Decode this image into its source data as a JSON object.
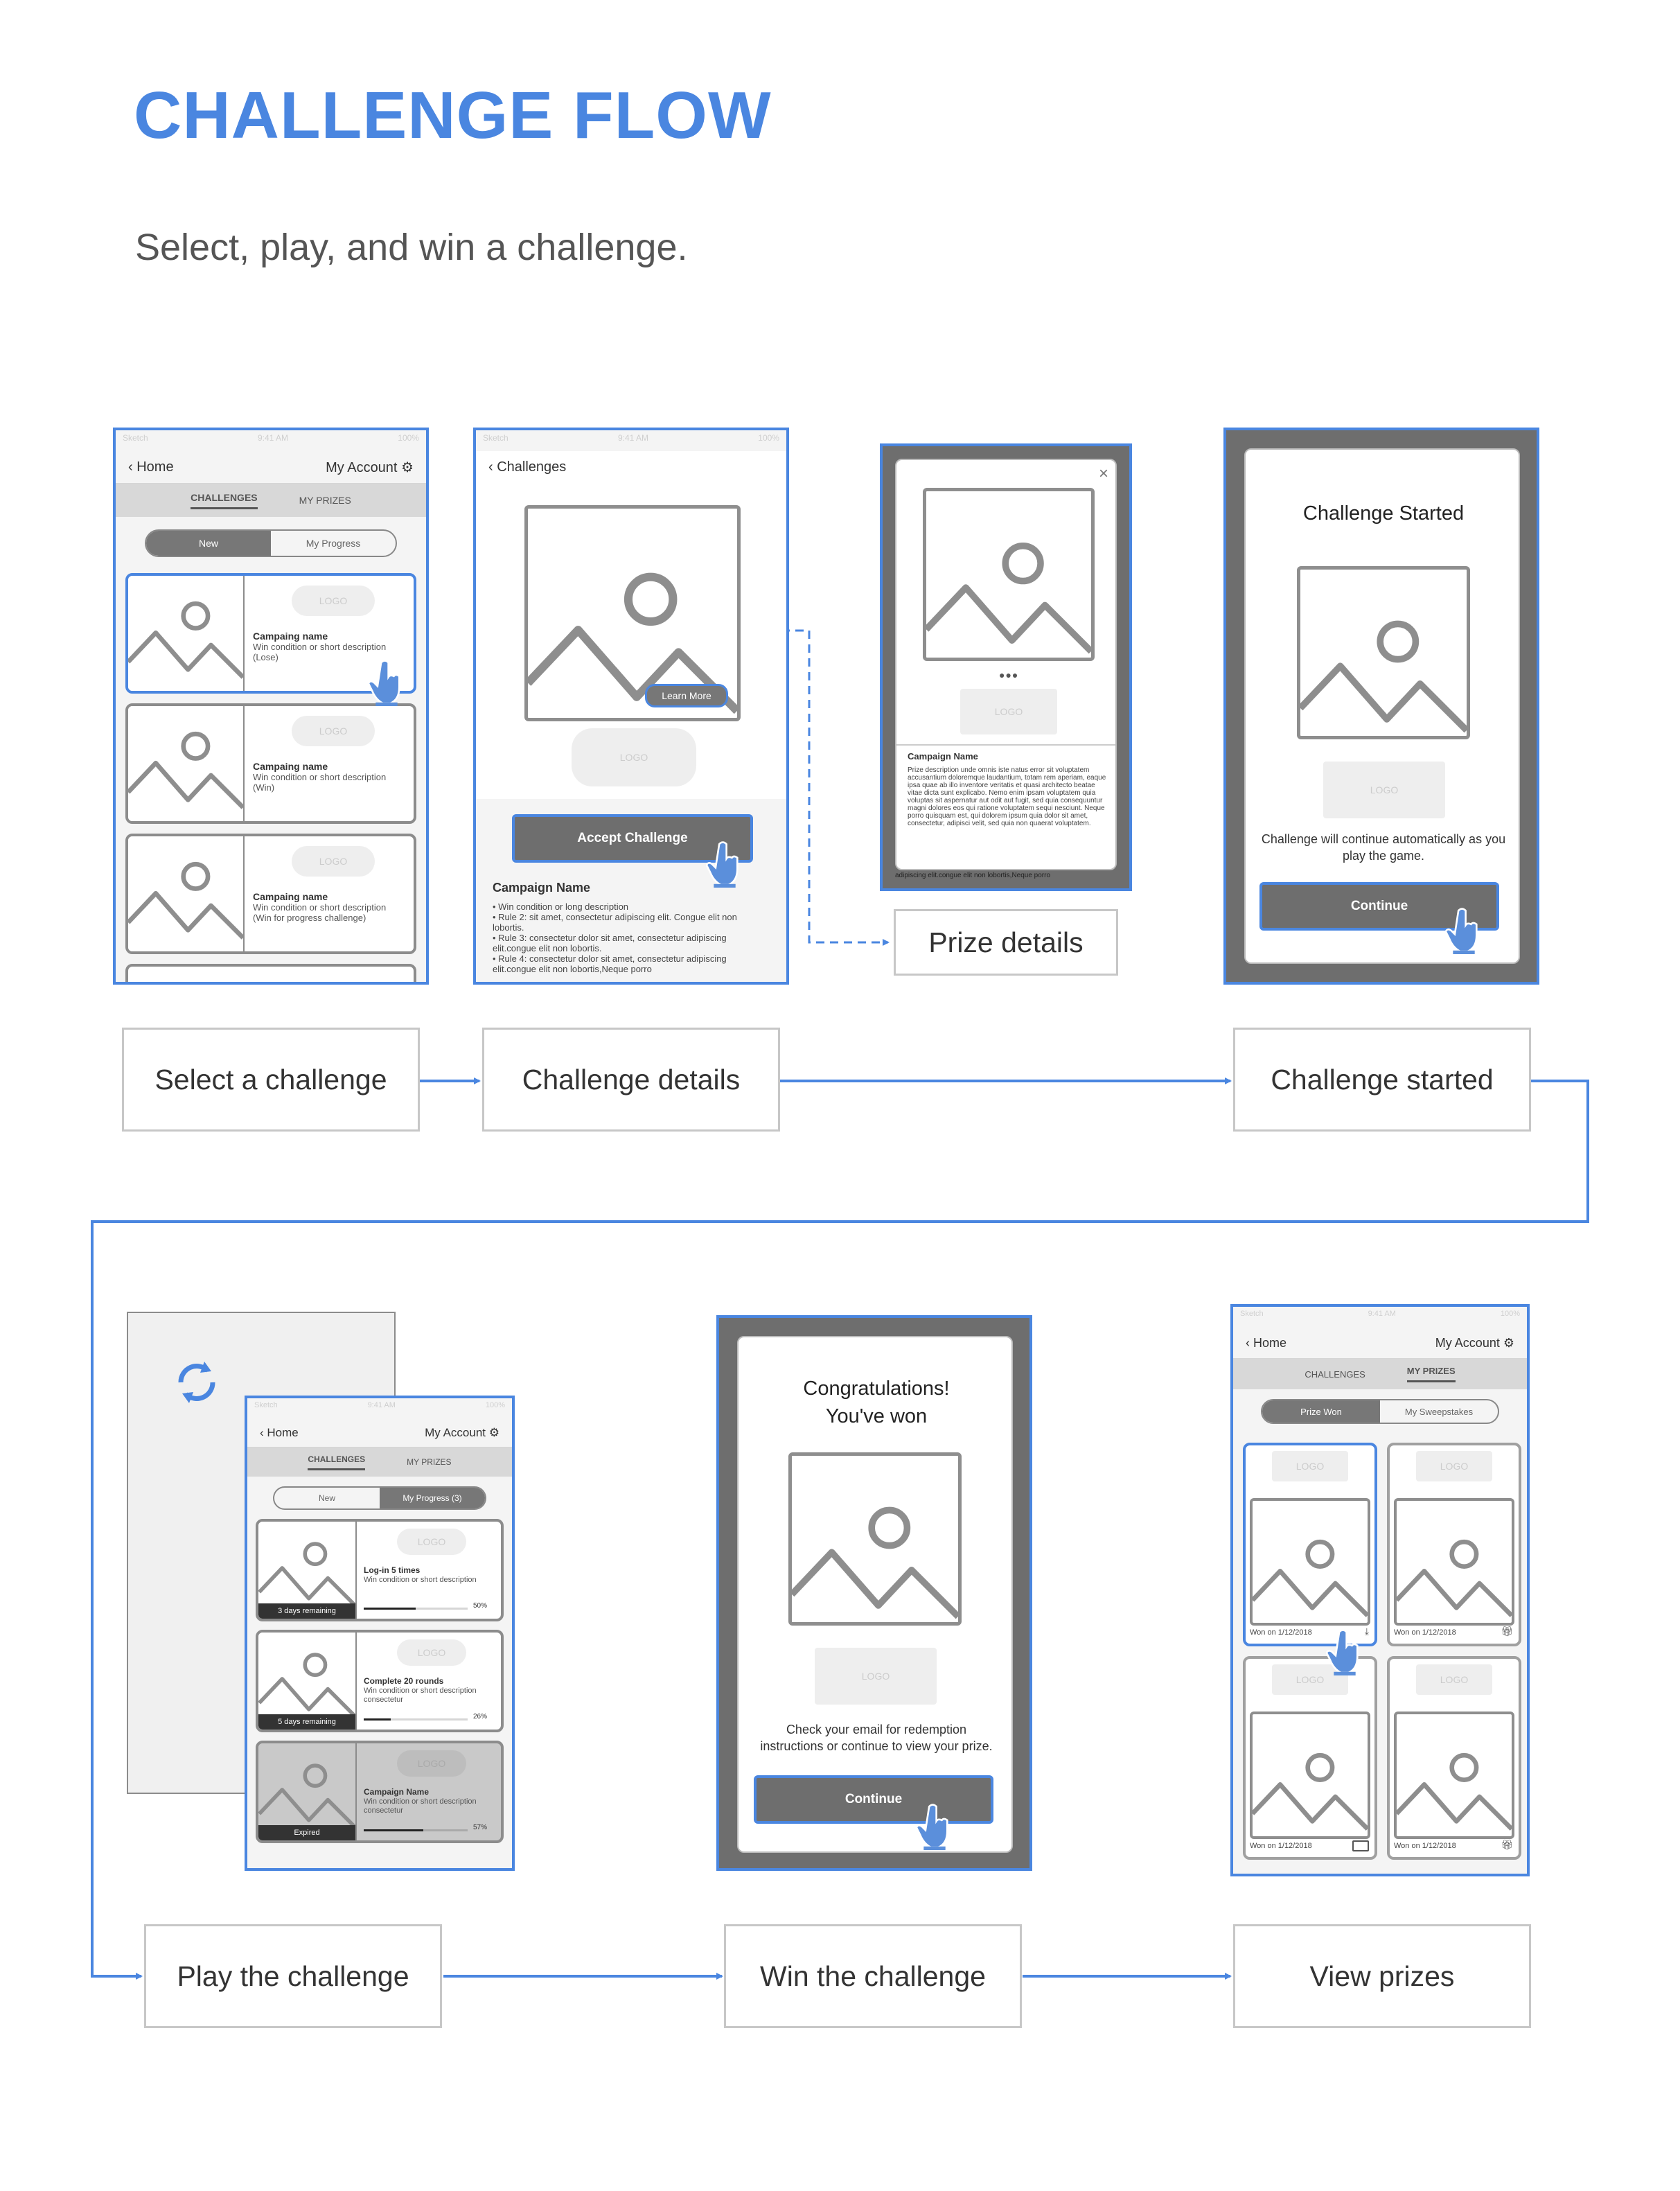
{
  "title": "CHALLENGE FLOW",
  "subtitle": "Select, play, and win a challenge.",
  "colors": {
    "accent": "#4a86e0",
    "gray": "#8c8c8c"
  },
  "steps": [
    {
      "label": "Select a challenge"
    },
    {
      "label": "Challenge details"
    },
    {
      "label": "Challenge started"
    },
    {
      "label": "Play the challenge"
    },
    {
      "label": "Win the challenge"
    },
    {
      "label": "View prizes"
    }
  ],
  "prize_details_label": "Prize details",
  "screen1": {
    "status_carrier": "Sketch",
    "status_time": "9:41 AM",
    "status_battery": "100%",
    "back": "Home",
    "account": "My Account",
    "tabs": [
      "CHALLENGES",
      "MY PRIZES"
    ],
    "segments": [
      "New",
      "My Progress"
    ],
    "cards": [
      {
        "logo": "LOGO",
        "name": "Campaing name",
        "desc": "Win condition or short description",
        "note": "(Lose)"
      },
      {
        "logo": "LOGO",
        "name": "Campaing name",
        "desc": "Win condition or short description",
        "note": "(Win)"
      },
      {
        "logo": "LOGO",
        "name": "Campaing name",
        "desc": "Win condition or short description",
        "note": "(Win for progress challenge)"
      }
    ]
  },
  "screen2": {
    "status_carrier": "Sketch",
    "status_time": "9:41 AM",
    "status_battery": "100%",
    "back": "Challenges",
    "learn_more": "Learn More",
    "logo": "LOGO",
    "accept": "Accept Challenge",
    "campaign_name": "Campaign Name",
    "rules": [
      "• Win condition or long description",
      "• Rule 2:  sit amet, consectetur adipiscing elit. Congue elit non lobortis.",
      "• Rule 3:  consectetur dolor sit amet, consectetur adipiscing elit.congue elit non lobortis.",
      "• Rule 4:  consectetur dolor sit amet, consectetur adipiscing elit.congue elit non lobortis,Neque porro"
    ]
  },
  "screen3": {
    "logo": "LOGO",
    "campaign_name": "Campaign Name",
    "description": "Prize description unde omnis iste natus error sit voluptatem accusantium doloremque laudantium, totam rem aperiam, eaque ipsa quae ab illo inventore veritatis et quasi architecto beatae vitae dicta sunt explicabo. Nemo enim ipsam voluptatem quia voluptas sit aspernatur aut odit aut fugit, sed quia consequuntur magni dolores eos qui ratione voluptatem sequi nesciunt. Neque porro quisquam est, qui dolorem ipsum quia dolor sit amet, consectetur, adipisci velit, sed quia non quaerat voluptatem.",
    "bottom_text": "adipiscing elit.congue elit non lobortis,Neque porro"
  },
  "screen4": {
    "title": "Challenge Started",
    "logo": "LOGO",
    "message": "Challenge will continue automatically as you play the game.",
    "continue": "Continue"
  },
  "screen5": {
    "status_carrier": "Sketch",
    "status_time": "9:41 AM",
    "status_battery": "100%",
    "back": "Home",
    "account": "My Account",
    "tabs": [
      "CHALLENGES",
      "MY PRIZES"
    ],
    "segments": [
      "New",
      "My Progress (3)"
    ],
    "cards": [
      {
        "logo": "LOGO",
        "name": "Log-in 5 times",
        "desc": "Win condition or short description",
        "remaining": "3 days remaining",
        "progress": 50,
        "progress_label": "50%"
      },
      {
        "logo": "LOGO",
        "name": "Complete 20 rounds",
        "desc": "Win condition or short description consectetur",
        "remaining": "5 days remaining",
        "progress": 26,
        "progress_label": "26%"
      },
      {
        "logo": "LOGO",
        "name": "Campaign Name",
        "desc": "Win condition or short description consectetur",
        "remaining": "Expired",
        "progress": 57,
        "progress_label": "57%"
      }
    ]
  },
  "screen6": {
    "title_line1": "Congratulations!",
    "title_line2": "You've won",
    "logo": "LOGO",
    "message": "Check your email for redemption instructions or continue to view your prize.",
    "continue": "Continue"
  },
  "screen7": {
    "status_carrier": "Sketch",
    "status_time": "9:41 AM",
    "status_battery": "100%",
    "back": "Home",
    "account": "My Account",
    "tabs": [
      "CHALLENGES",
      "MY PRIZES"
    ],
    "segments": [
      "Prize Won",
      "My Sweepstakes"
    ],
    "prizes": [
      {
        "logo": "LOGO",
        "won": "Won on 1/12/2018",
        "icon": "download-icon"
      },
      {
        "logo": "LOGO",
        "won": "Won on 1/12/2018",
        "icon": "gift-icon"
      },
      {
        "logo": "LOGO",
        "won": "Won on 1/12/2018",
        "icon": "ticket-icon"
      },
      {
        "logo": "LOGO",
        "won": "Won on 1/12/2018",
        "icon": "gift-icon"
      }
    ]
  }
}
